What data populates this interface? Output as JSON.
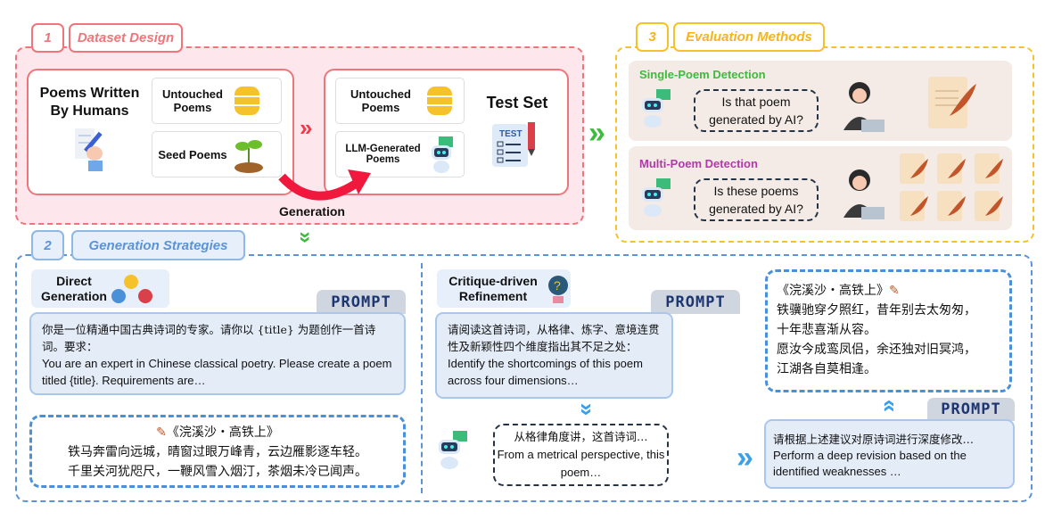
{
  "section1": {
    "number": "1",
    "title": "Dataset Design",
    "human_box": {
      "title": "Poems Written By Humans",
      "untouched": "Untouched Poems",
      "seed": "Seed Poems"
    },
    "test_box": {
      "untouched": "Untouched Poems",
      "llm": "LLM-Generated Poems",
      "title": "Test Set",
      "test_icon_text": "TEST"
    },
    "generation_label": "Generation"
  },
  "section3": {
    "number": "3",
    "title": "Evaluation Methods",
    "single": {
      "title": "Single-Poem Detection",
      "question": "Is that poem generated by AI?"
    },
    "multi": {
      "title": "Multi-Poem Detection",
      "question": "Is these poems generated by AI?"
    }
  },
  "section2": {
    "number": "2",
    "title": "Generation Strategies",
    "direct": {
      "title": "Direct Generation",
      "prompt_tag": "PROMPT",
      "prompt_zh": "你是一位精通中国古典诗词的专家。请你以 {title} 为题创作一首诗词。要求：",
      "prompt_en": "You are an expert in Chinese classical poetry. Please create a poem titled {title}. Requirements are…",
      "poem_title": "《浣溪沙・高铁上》",
      "poem_lines": [
        "铁马奔雷向远城，晴窗过眼万峰青，云边雁影逐车轻。",
        "千里关河犹咫尺，一鞭风雪入烟汀，茶烟未冷已闻声。"
      ]
    },
    "critique": {
      "title": "Critique-driven Refinement",
      "prompt_tag": "PROMPT",
      "prompt_zh": "请阅读这首诗词，从格律、炼字、意境连贯性及新颖性四个维度指出其不足之处：",
      "prompt_en": "Identify the shortcomings of this poem across four dimensions…",
      "reply_zh": "从格律角度讲，这首诗词…",
      "reply_en": "From a metrical perspective, this poem…",
      "revise_tag": "PROMPT",
      "revise_zh": "请根据上述建议对原诗词进行深度修改…",
      "revise_en": "Perform a deep revision based on the identified weaknesses …",
      "poem_title": "《浣溪沙・高铁上》",
      "poem_lines": [
        "铁骥驰穿夕照红，昔年别去太匆匆，",
        "十年悲喜渐从容。",
        "愿汝今成鸾凤侣，余还独对旧冥鸿，",
        "江湖各自莫相逢。"
      ]
    }
  },
  "colors": {
    "red": "#f0757a",
    "orange": "#f6c22c",
    "blue": "#4a90d9",
    "green": "#3dbb3d",
    "magenta": "#b03aa8"
  }
}
